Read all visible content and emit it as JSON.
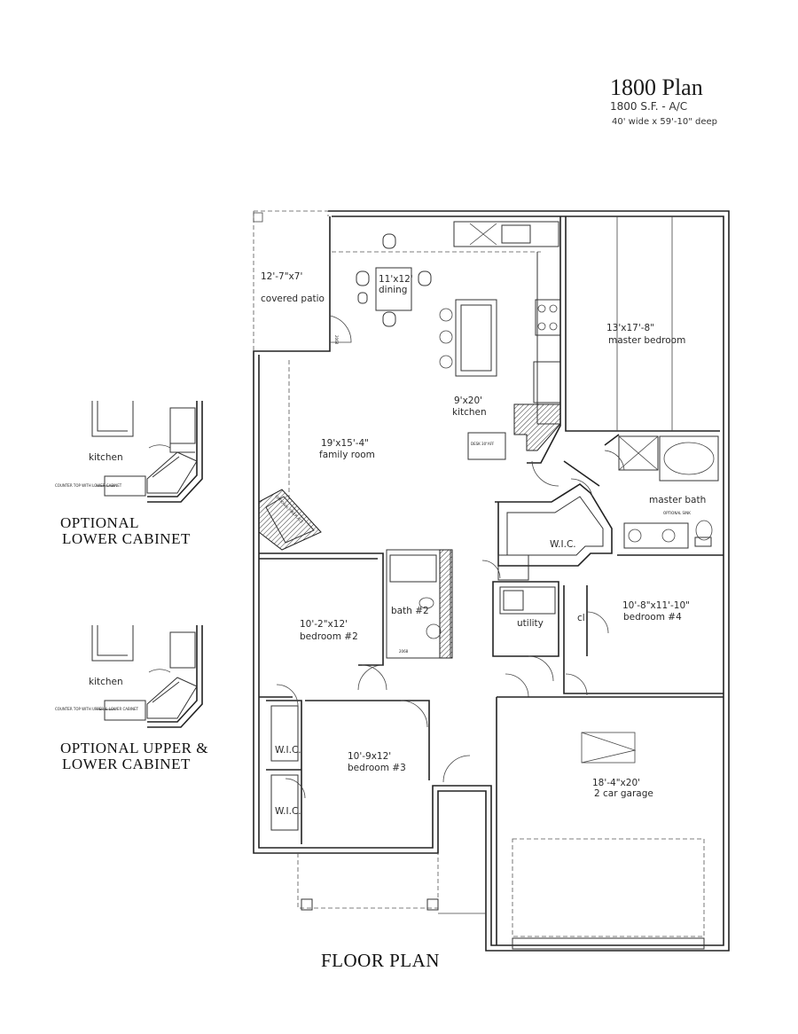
{
  "plan": {
    "title": "1800 Plan",
    "area": "1800 S.F. - A/C",
    "dimensions": "40' wide x 59'-10\" deep"
  },
  "rooms": {
    "covered_patio": {
      "size": "12'-7\"x7'",
      "name": "covered patio"
    },
    "dining": {
      "size": "11'x12'",
      "name": "dining"
    },
    "master_bedroom": {
      "size": "13'x17'-8\"",
      "name": "master bedroom"
    },
    "kitchen": {
      "size": "9'x20'",
      "name": "kitchen"
    },
    "family_room": {
      "size": "19'x15'-4\"",
      "name": "family room"
    },
    "master_bath": {
      "name": "master bath",
      "optional_sink": "OPTIONAL SINK"
    },
    "wic_master": {
      "name": "W.I.C."
    },
    "bedroom2": {
      "size": "10'-2\"x12'",
      "name": "bedroom #2"
    },
    "bath2": {
      "name": "bath #2"
    },
    "utility": {
      "name": "utility"
    },
    "bedroom4": {
      "size": "10'-8\"x11'-10\"",
      "name": "bedroom #4"
    },
    "wic_bed3_upper": {
      "name": "W.I.C."
    },
    "wic_bed3_lower": {
      "name": "W.I.C."
    },
    "bedroom3": {
      "size": "10'-9x12'",
      "name": "bedroom #3"
    },
    "garage": {
      "size": "18'-4\"x20'",
      "name": "2 car garage"
    },
    "desk": "DESK 30\"AFF",
    "fireplace": "OPTIONAL FIREPLACE",
    "door_2068_a": "2068",
    "door_2068_b": "2068",
    "closet": "cl"
  },
  "options": {
    "lower": {
      "kitchen": "kitchen",
      "note": "COUNTER TOP WITH LOWER CABINET",
      "caption_line1": "OPTIONAL",
      "caption_line2": "LOWER CABINET"
    },
    "upper_lower": {
      "kitchen": "kitchen",
      "note": "COUNTER TOP WITH UPPER & LOWER CABINET",
      "caption_line1": "OPTIONAL UPPER &",
      "caption_line2": "LOWER CABINET"
    }
  },
  "footer": "FLOOR PLAN"
}
